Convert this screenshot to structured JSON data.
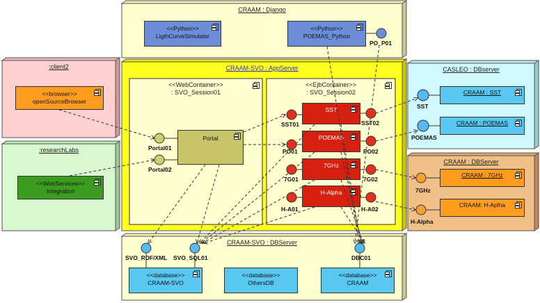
{
  "nodes": {
    "django": "CRAAM : Django",
    "client2": ":client2",
    "researchlabs": ":researchLabs",
    "appserver": "CRAAM-SVO : AppServer",
    "casleo": "CASLEO : DBserver",
    "craam_db": "CRAAM : DBServer",
    "svo_db": "CRAAM-SVO : DBServer"
  },
  "containers": {
    "web": {
      "stereotype": "<<WebContainer>>",
      "name": ": SVO_Session01"
    },
    "ejb": {
      "stereotype": "<<EjbContainer>>",
      "name": ": SVO_Session02"
    }
  },
  "components": {
    "lightcurve": {
      "stereotype": "<<Python>>",
      "name": "LigthCurveSimulator"
    },
    "poemas_python": {
      "stereotype": "<<Python>>",
      "name": "POEMAS_Python"
    },
    "browser": {
      "stereotype": "<<browser>>",
      "name": "openSourceBrowser"
    },
    "integration": {
      "stereotype": "<<WebServices>>",
      "name": "Integration"
    },
    "portal": {
      "name": "Portal"
    },
    "sst": {
      "name": "SST"
    },
    "poemas": {
      "name": "POEMAS"
    },
    "7ghz": {
      "name": "7GHz"
    },
    "halpha": {
      "name": "H-Alpha"
    },
    "craam_sst": {
      "name": "CRAAM : SST"
    },
    "craam_poemas": {
      "name": "CRAAM : POEMAS"
    },
    "craam_7ghz": {
      "name": "CRAAM : 7GHz"
    },
    "craam_halpha": {
      "name": "CRAAM: H-Aplha"
    },
    "db_craam_svo": {
      "stereotype": "<<database>>",
      "name": "CRAAM-SVO"
    },
    "db_othersdb": {
      "stereotype": "<<database>>",
      "name": "OthersDB"
    },
    "db_craam": {
      "stereotype": "<<database>>",
      "name": "CRAAM"
    }
  },
  "ports": {
    "po_p01": "PO_P01",
    "portal01": "Portal01",
    "portal02": "Portal02",
    "sst01": "SST01",
    "sst02": "SST02",
    "po01": "PO01",
    "po02": "PO02",
    "7g01": "7G01",
    "7g02": "7G02",
    "ha01": "H-A01",
    "ha02": "H-A02",
    "sst": "SST",
    "poemas": "POEMAS",
    "7ghz": "7GHz",
    "halpha": "H-Alpha",
    "svo_rdf": "SVO_RDF/XML",
    "svo_sql": "SVO_SQL01",
    "dbc01": "DBC01"
  },
  "colors": {
    "node_yellow": "#ffffd0",
    "appserver": "#ffff20",
    "client_pink": "#ffd0d0",
    "research_green": "#d8f8d0",
    "casleo_cyan": "#d0f8ff",
    "craamdb_orange": "#f0c088",
    "blue_component": "#6c8ed8",
    "orange_component": "#ff9c20",
    "green_component": "#3c9c20",
    "olive_component": "#c8c468",
    "red_component": "#d82010",
    "cyan_component": "#58c8f0",
    "red_port": "#e03020",
    "blue_port": "#58b8f0",
    "olive_port": "#d0cc70",
    "orange_port": "#f8a030"
  }
}
